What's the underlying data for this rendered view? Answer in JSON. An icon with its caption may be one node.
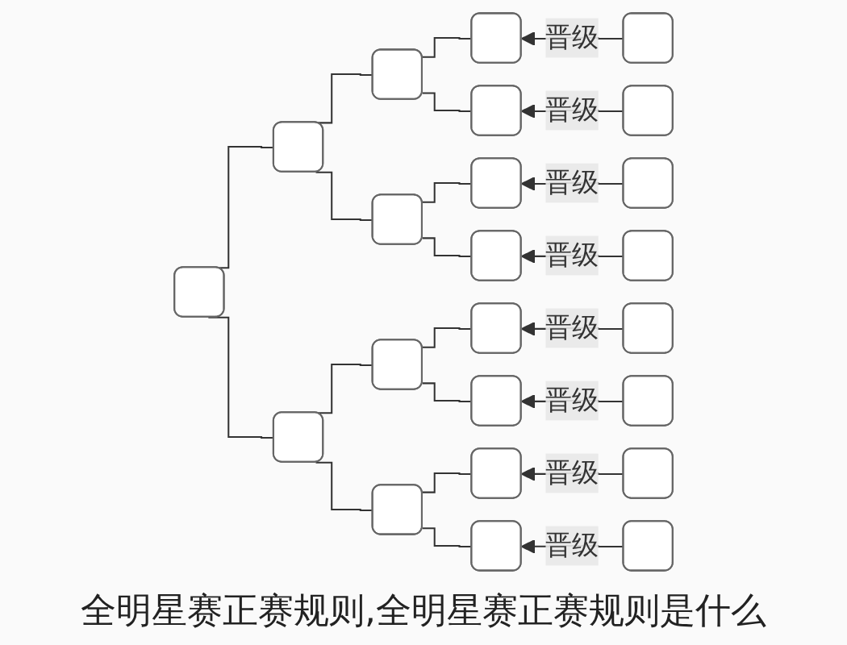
{
  "diagram": {
    "caption": "全明星赛正赛规则,全明星赛正赛规则是什么",
    "nodes": [
      {
        "text": [],
        "shape": "box"
      },
      {
        "text": [],
        "shape": "box"
      },
      {
        "text": [],
        "shape": "box"
      },
      {
        "text": [],
        "shape": "box"
      },
      {
        "text": [],
        "shape": "box"
      },
      {
        "text": [],
        "shape": "box"
      },
      {
        "text": [],
        "shape": "box"
      },
      {
        "text": [],
        "shape": "box"
      },
      {
        "text": [],
        "shape": "box"
      },
      {
        "text": [],
        "shape": "box"
      },
      {
        "text": [],
        "shape": "box"
      },
      {
        "text": [],
        "shape": "box"
      },
      {
        "text": [],
        "shape": "box"
      },
      {
        "text": [],
        "shape": "box"
      },
      {
        "text": [],
        "shape": "box"
      },
      {
        "text": [],
        "shape": "box"
      },
      {
        "text": [],
        "shape": "box"
      },
      {
        "text": [],
        "shape": "box"
      },
      {
        "text": [],
        "shape": "box"
      },
      {
        "text": [],
        "shape": "box"
      },
      {
        "text": [],
        "shape": "box"
      },
      {
        "text": [],
        "shape": "box"
      },
      {
        "text": [],
        "shape": "box"
      }
    ],
    "edges": [
      {
        "from": 1,
        "to": 0,
        "arrow": "none"
      },
      {
        "from": 2,
        "to": 0,
        "arrow": "none"
      },
      {
        "from": 3,
        "to": 1,
        "arrow": "none"
      },
      {
        "from": 4,
        "to": 1,
        "arrow": "none"
      },
      {
        "from": 5,
        "to": 2,
        "arrow": "none"
      },
      {
        "from": 6,
        "to": 2,
        "arrow": "none"
      },
      {
        "from": 7,
        "to": 3,
        "arrow": "none"
      },
      {
        "from": 8,
        "to": 3,
        "arrow": "none"
      },
      {
        "from": 9,
        "to": 4,
        "arrow": "none"
      },
      {
        "from": 10,
        "to": 4,
        "arrow": "none"
      },
      {
        "from": 11,
        "to": 5,
        "arrow": "none"
      },
      {
        "from": 12,
        "to": 5,
        "arrow": "none"
      },
      {
        "from": 13,
        "to": 6,
        "arrow": "none"
      },
      {
        "from": 14,
        "to": 6,
        "arrow": "none"
      },
      {
        "from": 15,
        "to": 7,
        "arrow": "to",
        "label": "晋级"
      },
      {
        "from": 16,
        "to": 8,
        "arrow": "to",
        "label": "晋级"
      },
      {
        "from": 17,
        "to": 9,
        "arrow": "to",
        "label": "晋级"
      },
      {
        "from": 18,
        "to": 10,
        "arrow": "to",
        "label": "晋级"
      },
      {
        "from": 19,
        "to": 11,
        "arrow": "to",
        "label": "晋级"
      },
      {
        "from": 20,
        "to": 12,
        "arrow": "to",
        "label": "晋级"
      },
      {
        "from": 21,
        "to": 13,
        "arrow": "to",
        "label": "晋级"
      },
      {
        "from": 22,
        "to": 14,
        "arrow": "to",
        "label": "晋级"
      }
    ]
  }
}
